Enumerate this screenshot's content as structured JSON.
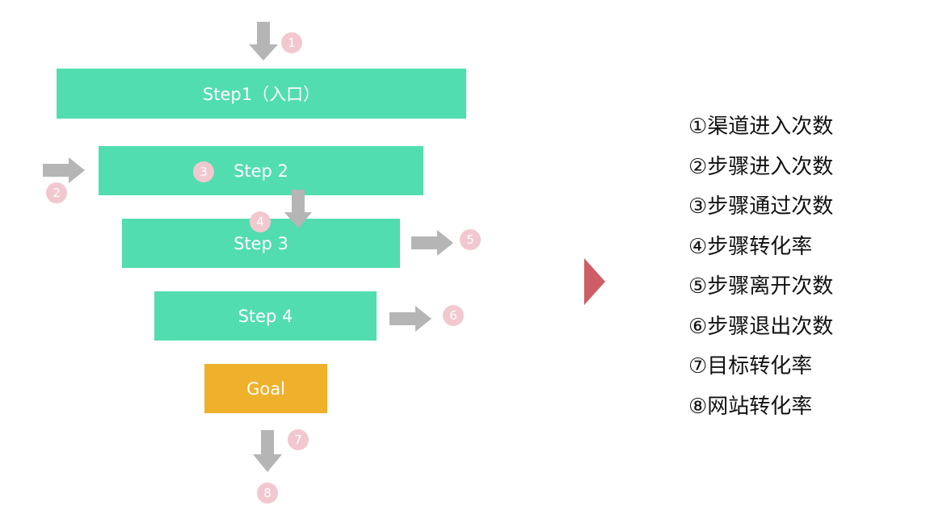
{
  "funnel": {
    "steps": [
      {
        "label": "Step1（入口）"
      },
      {
        "label": "Step 2"
      },
      {
        "label": "Step 3"
      },
      {
        "label": "Step 4"
      }
    ],
    "goal": {
      "label": "Goal"
    },
    "markers": [
      "1",
      "2",
      "3",
      "4",
      "5",
      "6",
      "7",
      "8"
    ]
  },
  "legend": {
    "items": [
      "①渠道进入次数",
      "②步骤进入次数",
      "③步骤通过次数",
      "④步骤转化率",
      "⑤步骤离开次数",
      "⑥步骤退出次数",
      "⑦目标转化率",
      "⑧网站转化率"
    ]
  },
  "colors": {
    "step": "#52ddb0",
    "goal": "#efb02b",
    "arrow": "#b5b5b5",
    "badge": "#f2c8cf",
    "divider": "#cf5d66"
  }
}
